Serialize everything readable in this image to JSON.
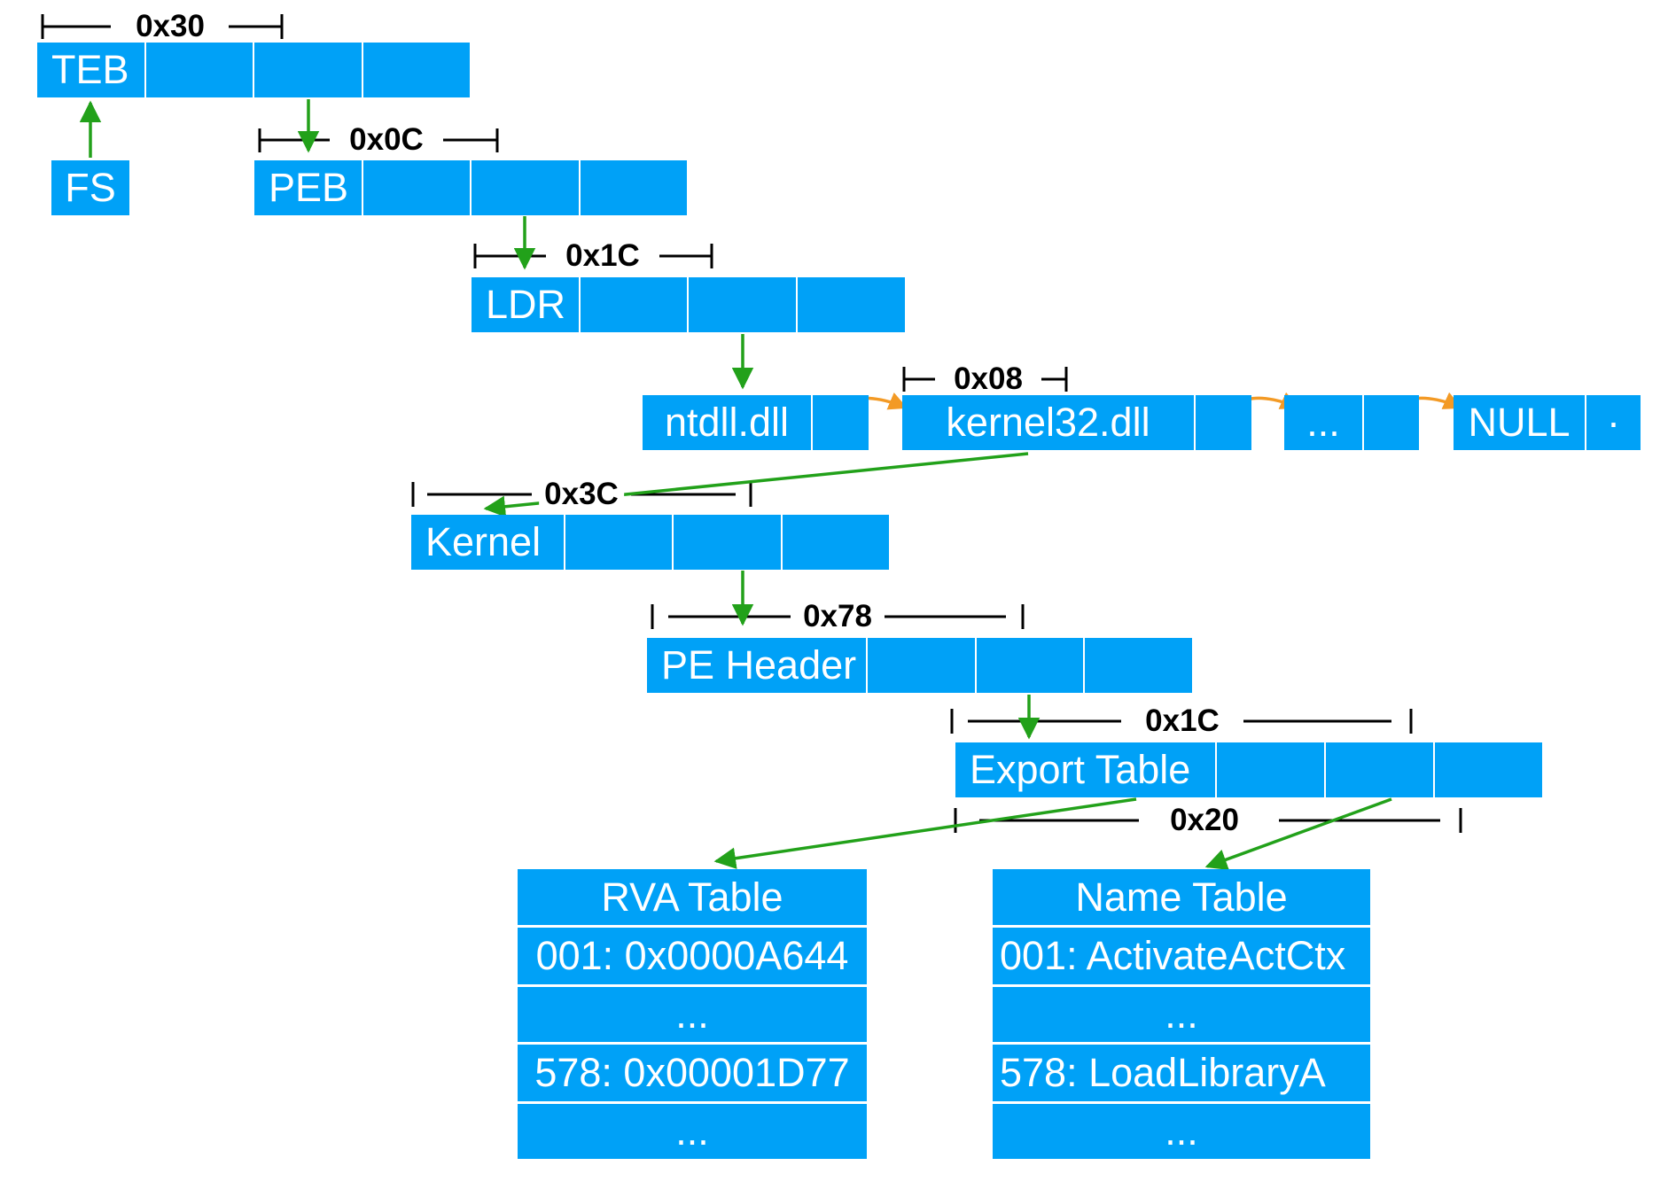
{
  "structures": {
    "teb": "TEB",
    "fs": "FS",
    "peb": "PEB",
    "ldr": "LDR",
    "ntdll": "ntdll.dll",
    "kernel32": "kernel32.dll",
    "ellipsis_node": "...",
    "null_node": "NULL",
    "null_dot": "·",
    "kernel": "Kernel",
    "pe_header": "PE Header",
    "export_table": "Export Table"
  },
  "offsets": {
    "teb_peb": "0x30",
    "peb_ldr": "0x0C",
    "ldr_list": "0x1C",
    "flink": "0x08",
    "dll_base": "0x3C",
    "pe_export": "0x78",
    "export_names": "0x1C",
    "export_rva": "0x20"
  },
  "rva_table": {
    "header": "RVA Table",
    "rows": [
      "001: 0x0000A644",
      "...",
      "578: 0x00001D77",
      "..."
    ]
  },
  "name_table": {
    "header": "Name Table",
    "rows": [
      "001: ActivateActCtx",
      "...",
      "578: LoadLibraryA",
      "..."
    ]
  },
  "colors": {
    "cell_fill": "#00a1f7",
    "pointer_arrow": "#22a11a",
    "list_arrow": "#f39a25",
    "offset_bracket": "#000000"
  }
}
